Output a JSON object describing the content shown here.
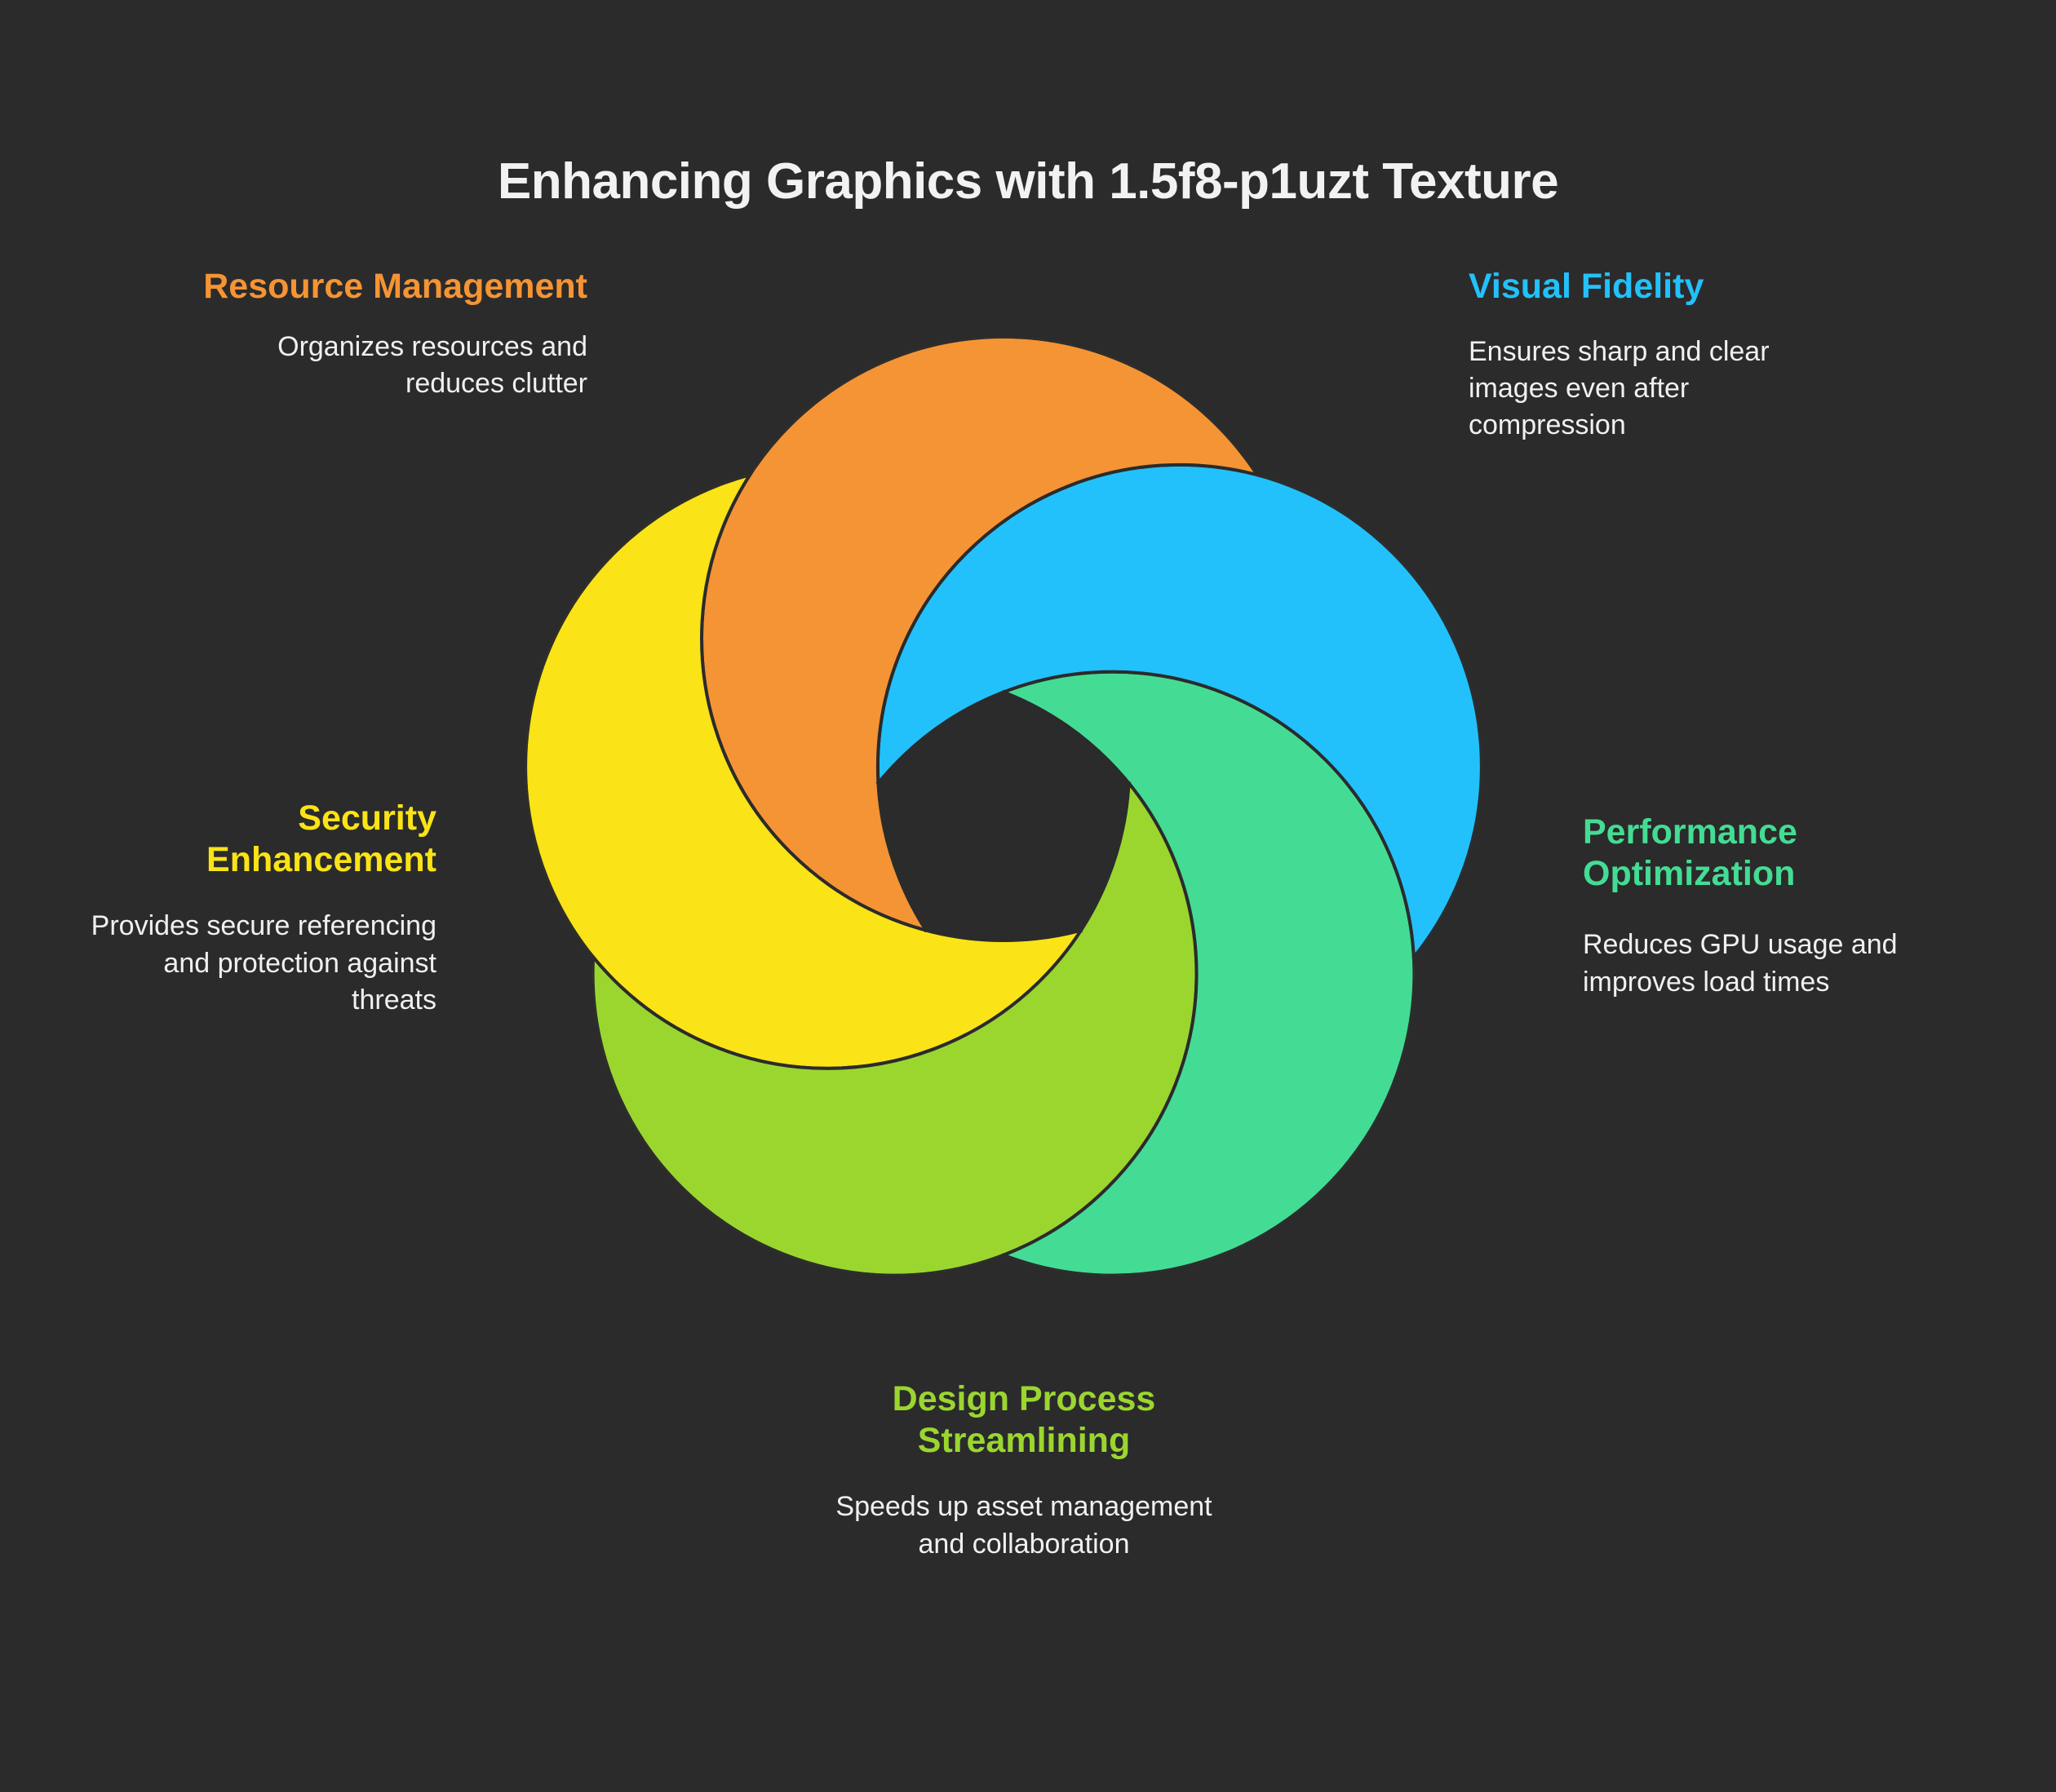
{
  "page": {
    "background_color": "#2b2b2b",
    "title": "Enhancing Graphics with 1.5f8-p1uzt Texture",
    "title_color": "#f2f2f2"
  },
  "diagram": {
    "type": "pinwheel-aperture",
    "petal_count": 5,
    "outline_color": "#2b2b2b",
    "center_hole_color": "#2b2b2b",
    "petals": [
      {
        "key": "resource_management",
        "color": "#f59434",
        "angle_deg": -90
      },
      {
        "key": "visual_fidelity",
        "color": "#22c1fb",
        "angle_deg": -18
      },
      {
        "key": "performance_optimization",
        "color": "#44dc94",
        "angle_deg": 54
      },
      {
        "key": "design_process",
        "color": "#9bd62f",
        "angle_deg": 126
      },
      {
        "key": "security_enhancement",
        "color": "#fae316",
        "angle_deg": 198
      }
    ]
  },
  "callouts": {
    "resource_management": {
      "title": "Resource Management",
      "description": "Organizes resources and reduces clutter",
      "color": "#f59434"
    },
    "visual_fidelity": {
      "title": "Visual Fidelity",
      "description": "Ensures sharp and clear images even after compression",
      "color": "#22c1fb"
    },
    "security_enhancement": {
      "title": "Security Enhancement",
      "description": "Provides secure referencing and protection against threats",
      "color": "#fae316"
    },
    "performance_optimization": {
      "title": "Performance Optimization",
      "description": "Reduces GPU usage and improves load times",
      "color": "#44dc94"
    },
    "design_process": {
      "title": "Design Process Streamlining",
      "description": "Speeds up asset management and collaboration",
      "color": "#9bd62f"
    }
  }
}
